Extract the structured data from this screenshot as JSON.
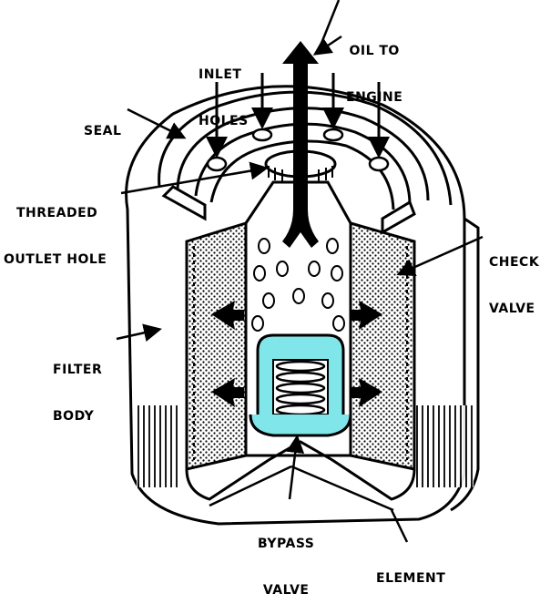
{
  "title": "Oil filter cutaway diagram",
  "colors": {
    "line": "#000000",
    "background": "#ffffff",
    "bypass_valve_fill": "#80e6ea",
    "element_stipple": "#000000"
  },
  "labels": {
    "oil_to_engine": [
      "OIL TO",
      "ENGINE"
    ],
    "inlet_holes": [
      "INLET",
      "HOLES"
    ],
    "seal": [
      "SEAL"
    ],
    "threaded_outlet_hole": [
      "THREADED",
      "OUTLET HOLE"
    ],
    "check_valve": [
      "CHECK",
      "VALVE"
    ],
    "filter_body": [
      "FILTER",
      "BODY"
    ],
    "bypass_valve": [
      "BYPASS",
      "VALVE"
    ],
    "element": [
      "ELEMENT"
    ]
  }
}
